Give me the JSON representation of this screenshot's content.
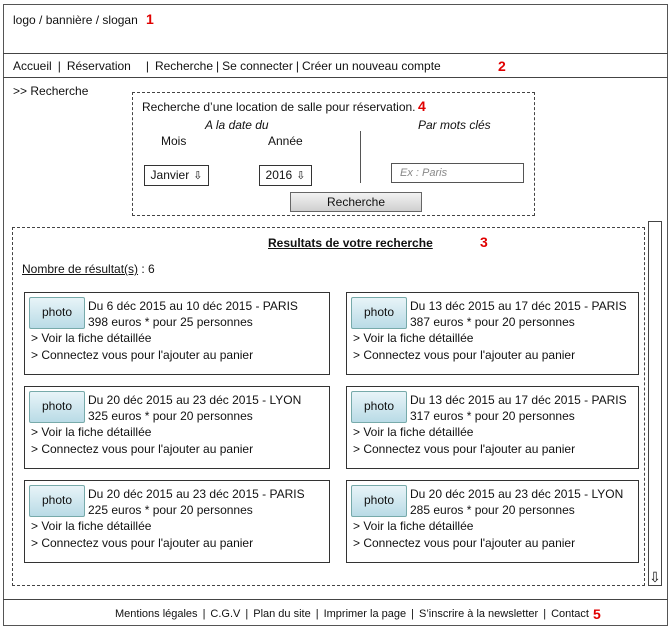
{
  "header": {
    "banner": "logo / bannière / slogan",
    "marker": "1"
  },
  "nav": {
    "items": [
      "Accueil",
      "Réservation",
      "Recherche",
      "Se connecter",
      "Créer un nouveau compte"
    ],
    "marker": "2"
  },
  "breadcrumb": ">> Recherche",
  "search": {
    "title": "Recherche d’une location de salle pour réservation.",
    "marker": "4",
    "by_date_label": "A la date du",
    "month_label": "Mois",
    "year_label": "Année",
    "month_value": "Janvier",
    "year_value": "2016",
    "keywords_label": "Par mots clés",
    "keywords_placeholder": "Ex : Paris",
    "button_label": "Recherche"
  },
  "results": {
    "title": "Resultats de votre recherche",
    "marker": "3",
    "count_label": "Nombre de résultat(s)",
    "count_value": ": 6",
    "scroll_arrow": "⇩",
    "items": [
      {
        "photo": "photo",
        "dates": "Du 6 déc 2015 au 10 déc 2015 - PARIS",
        "price": "398 euros * pour 25 personnes",
        "link_detail": "> Voir la fiche détaillée",
        "link_cart": "> Connectez vous pour l'ajouter au  panier"
      },
      {
        "photo": "photo",
        "dates": "Du 13 déc 2015 au 17 déc 2015 - PARIS",
        "price": "387 euros * pour 20 personnes",
        "link_detail": "> Voir la fiche détaillée",
        "link_cart": "> Connectez vous pour l'ajouter au  panier"
      },
      {
        "photo": "photo",
        "dates": "Du 20 déc 2015 au 23 déc 2015 - LYON",
        "price": "325 euros * pour 20 personnes",
        "link_detail": "> Voir la fiche détaillée",
        "link_cart": "> Connectez vous pour l'ajouter au  panier"
      },
      {
        "photo": "photo",
        "dates": "Du 13 déc 2015 au 17 déc 2015 - PARIS",
        "price": "317 euros * pour 20 personnes",
        "link_detail": "> Voir la fiche détaillée",
        "link_cart": "> Connectez vous pour l'ajouter au  panier"
      },
      {
        "photo": "photo",
        "dates": "Du 20 déc 2015 au 23 déc 2015 - PARIS",
        "price": "225 euros * pour 20 personnes",
        "link_detail": "> Voir la fiche détaillée",
        "link_cart": "> Connectez vous pour l'ajouter au  panier"
      },
      {
        "photo": "photo",
        "dates": "Du 20 déc 2015 au 23 déc 2015 - LYON",
        "price": "285 euros * pour 20 personnes",
        "link_detail": "> Voir la fiche détaillée",
        "link_cart": "> Connectez vous pour l'ajouter au  panier"
      }
    ]
  },
  "footer": {
    "links": [
      "Mentions légales",
      "C.G.V",
      "Plan du site",
      "Imprimer la page",
      "S’inscrire à la newsletter",
      "Contact"
    ],
    "marker": "5"
  },
  "colors": {
    "marker": "#e00000",
    "border": "#444444"
  }
}
